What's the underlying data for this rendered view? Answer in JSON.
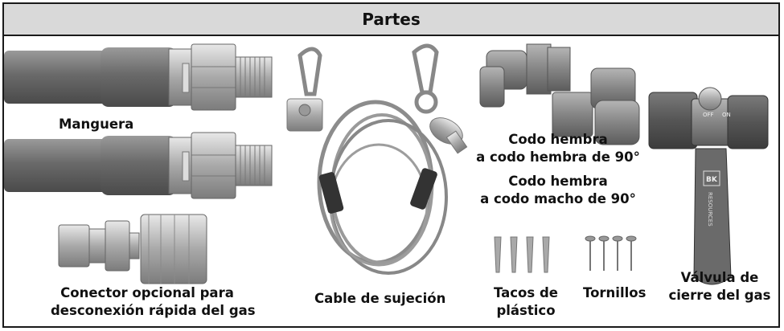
{
  "title": "Partes",
  "colors": {
    "border": "#1a1a1a",
    "header_bg": "#d9d9d9",
    "hose": "#6e6e6e",
    "steel": "#b8b8b8",
    "iron": "#8a8a8a",
    "cable": "#8c8c8c"
  },
  "labels": {
    "manguera": "Manguera",
    "conector_line1": "Conector opcional para",
    "conector_line2": "desconexión rápida del gas",
    "cable": "Cable de sujeción",
    "codo_hh_line1": "Codo hembra",
    "codo_hh_line2": "a codo hembra de 90°",
    "codo_hm_line1": "Codo hembra",
    "codo_hm_line2": "a codo macho de 90°",
    "tacos_line1": "Tacos de",
    "tacos_line2": "plástico",
    "tornillos": "Tornillos",
    "valvula_line1": "Válvula de",
    "valvula_line2": "cierre del gas"
  },
  "valve_marks": {
    "off": "OFF",
    "on": "ON",
    "brand": "BK",
    "brand_sub": "RESOURCES"
  }
}
